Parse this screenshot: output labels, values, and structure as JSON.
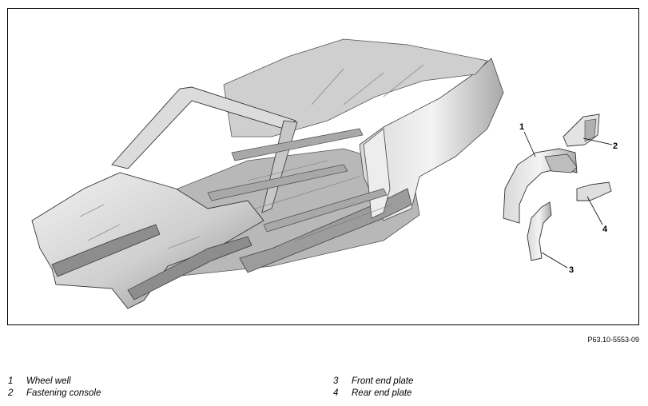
{
  "callouts": [
    {
      "num": "1"
    },
    {
      "num": "2"
    },
    {
      "num": "3"
    },
    {
      "num": "4"
    }
  ],
  "figure_id": "P63.10-5553-09",
  "legend": [
    {
      "num": "1",
      "label": "Wheel well"
    },
    {
      "num": "2",
      "label": "Fastening console"
    },
    {
      "num": "3",
      "label": "Front end plate"
    },
    {
      "num": "4",
      "label": "Rear end plate"
    }
  ],
  "colors": {
    "metal_light": "#e6e6e6",
    "metal_mid": "#bdbdbd",
    "metal_dark": "#6e6e6e",
    "line": "#000000"
  }
}
